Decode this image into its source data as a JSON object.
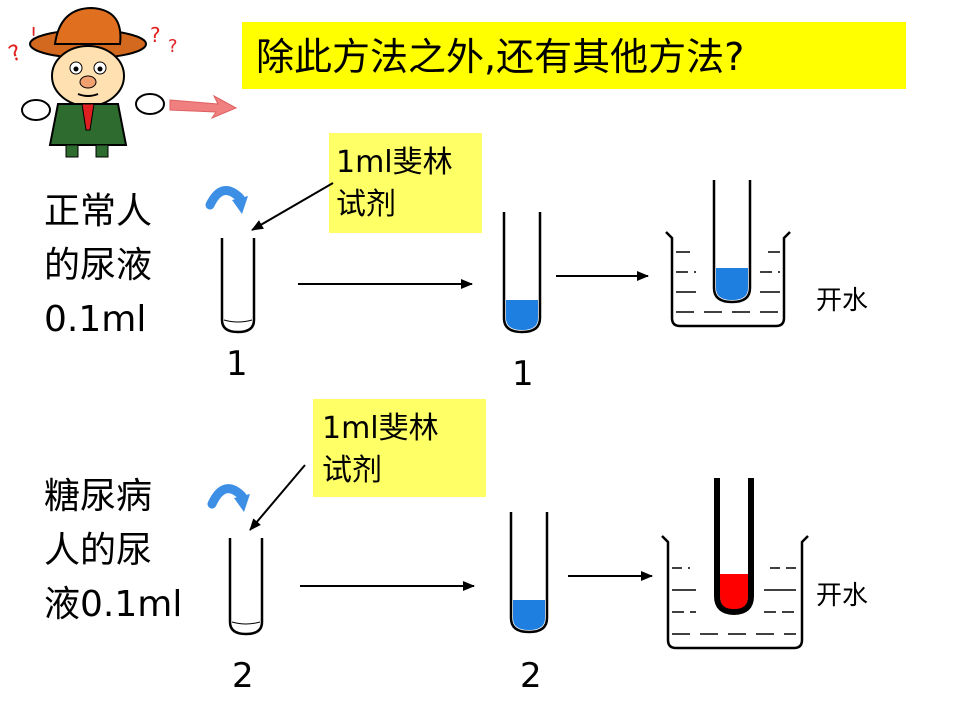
{
  "title": "除此方法之外,还有其他方法?",
  "row1": {
    "sample_lines": [
      "正常人",
      "的尿液",
      "0.1ml"
    ],
    "reagent_lines": [
      "1ml斐林",
      "试剂"
    ],
    "tube_label_left": "1",
    "tube_label_mid": "1",
    "water_label": "开水"
  },
  "row2": {
    "sample_lines": [
      "糖尿病",
      "人的尿",
      "液0.1ml"
    ],
    "reagent_lines": [
      "1ml斐林",
      "试剂"
    ],
    "tube_label_left": "2",
    "tube_label_mid": "2",
    "water_label": "开水"
  },
  "icons": [
    "cartoon-man-icon",
    "curved-arrow-icon"
  ],
  "colors": {
    "title_bg": "#ffff00",
    "reagent_bg": "#ffff66",
    "solution_blue": "#1e7fe0",
    "precipitate_red": "#ff0000",
    "arrow_blue": "#3d8fe6"
  }
}
